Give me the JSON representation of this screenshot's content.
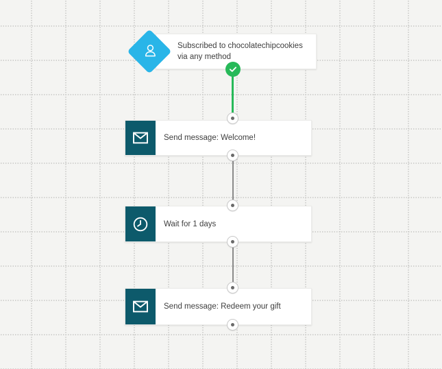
{
  "colors": {
    "canvas_bg": "#f4f4f2",
    "grid_dot": "#c8c8c6",
    "trigger_diamond_cyan": "#29b5e8",
    "step_tile_teal": "#0d5a6b",
    "success_green": "#27b959",
    "connector_gray": "#8a8a8a"
  },
  "workflow": {
    "trigger": {
      "label": "Subscribed to chocolatechipcookies via any method",
      "icon": "user-icon",
      "status_icon": "check-icon"
    },
    "steps": [
      {
        "label": "Send message: Welcome!",
        "icon": "envelope-icon"
      },
      {
        "label": "Wait for 1 days",
        "icon": "clock-icon"
      },
      {
        "label": "Send message: Redeem your gift",
        "icon": "envelope-icon"
      }
    ]
  }
}
